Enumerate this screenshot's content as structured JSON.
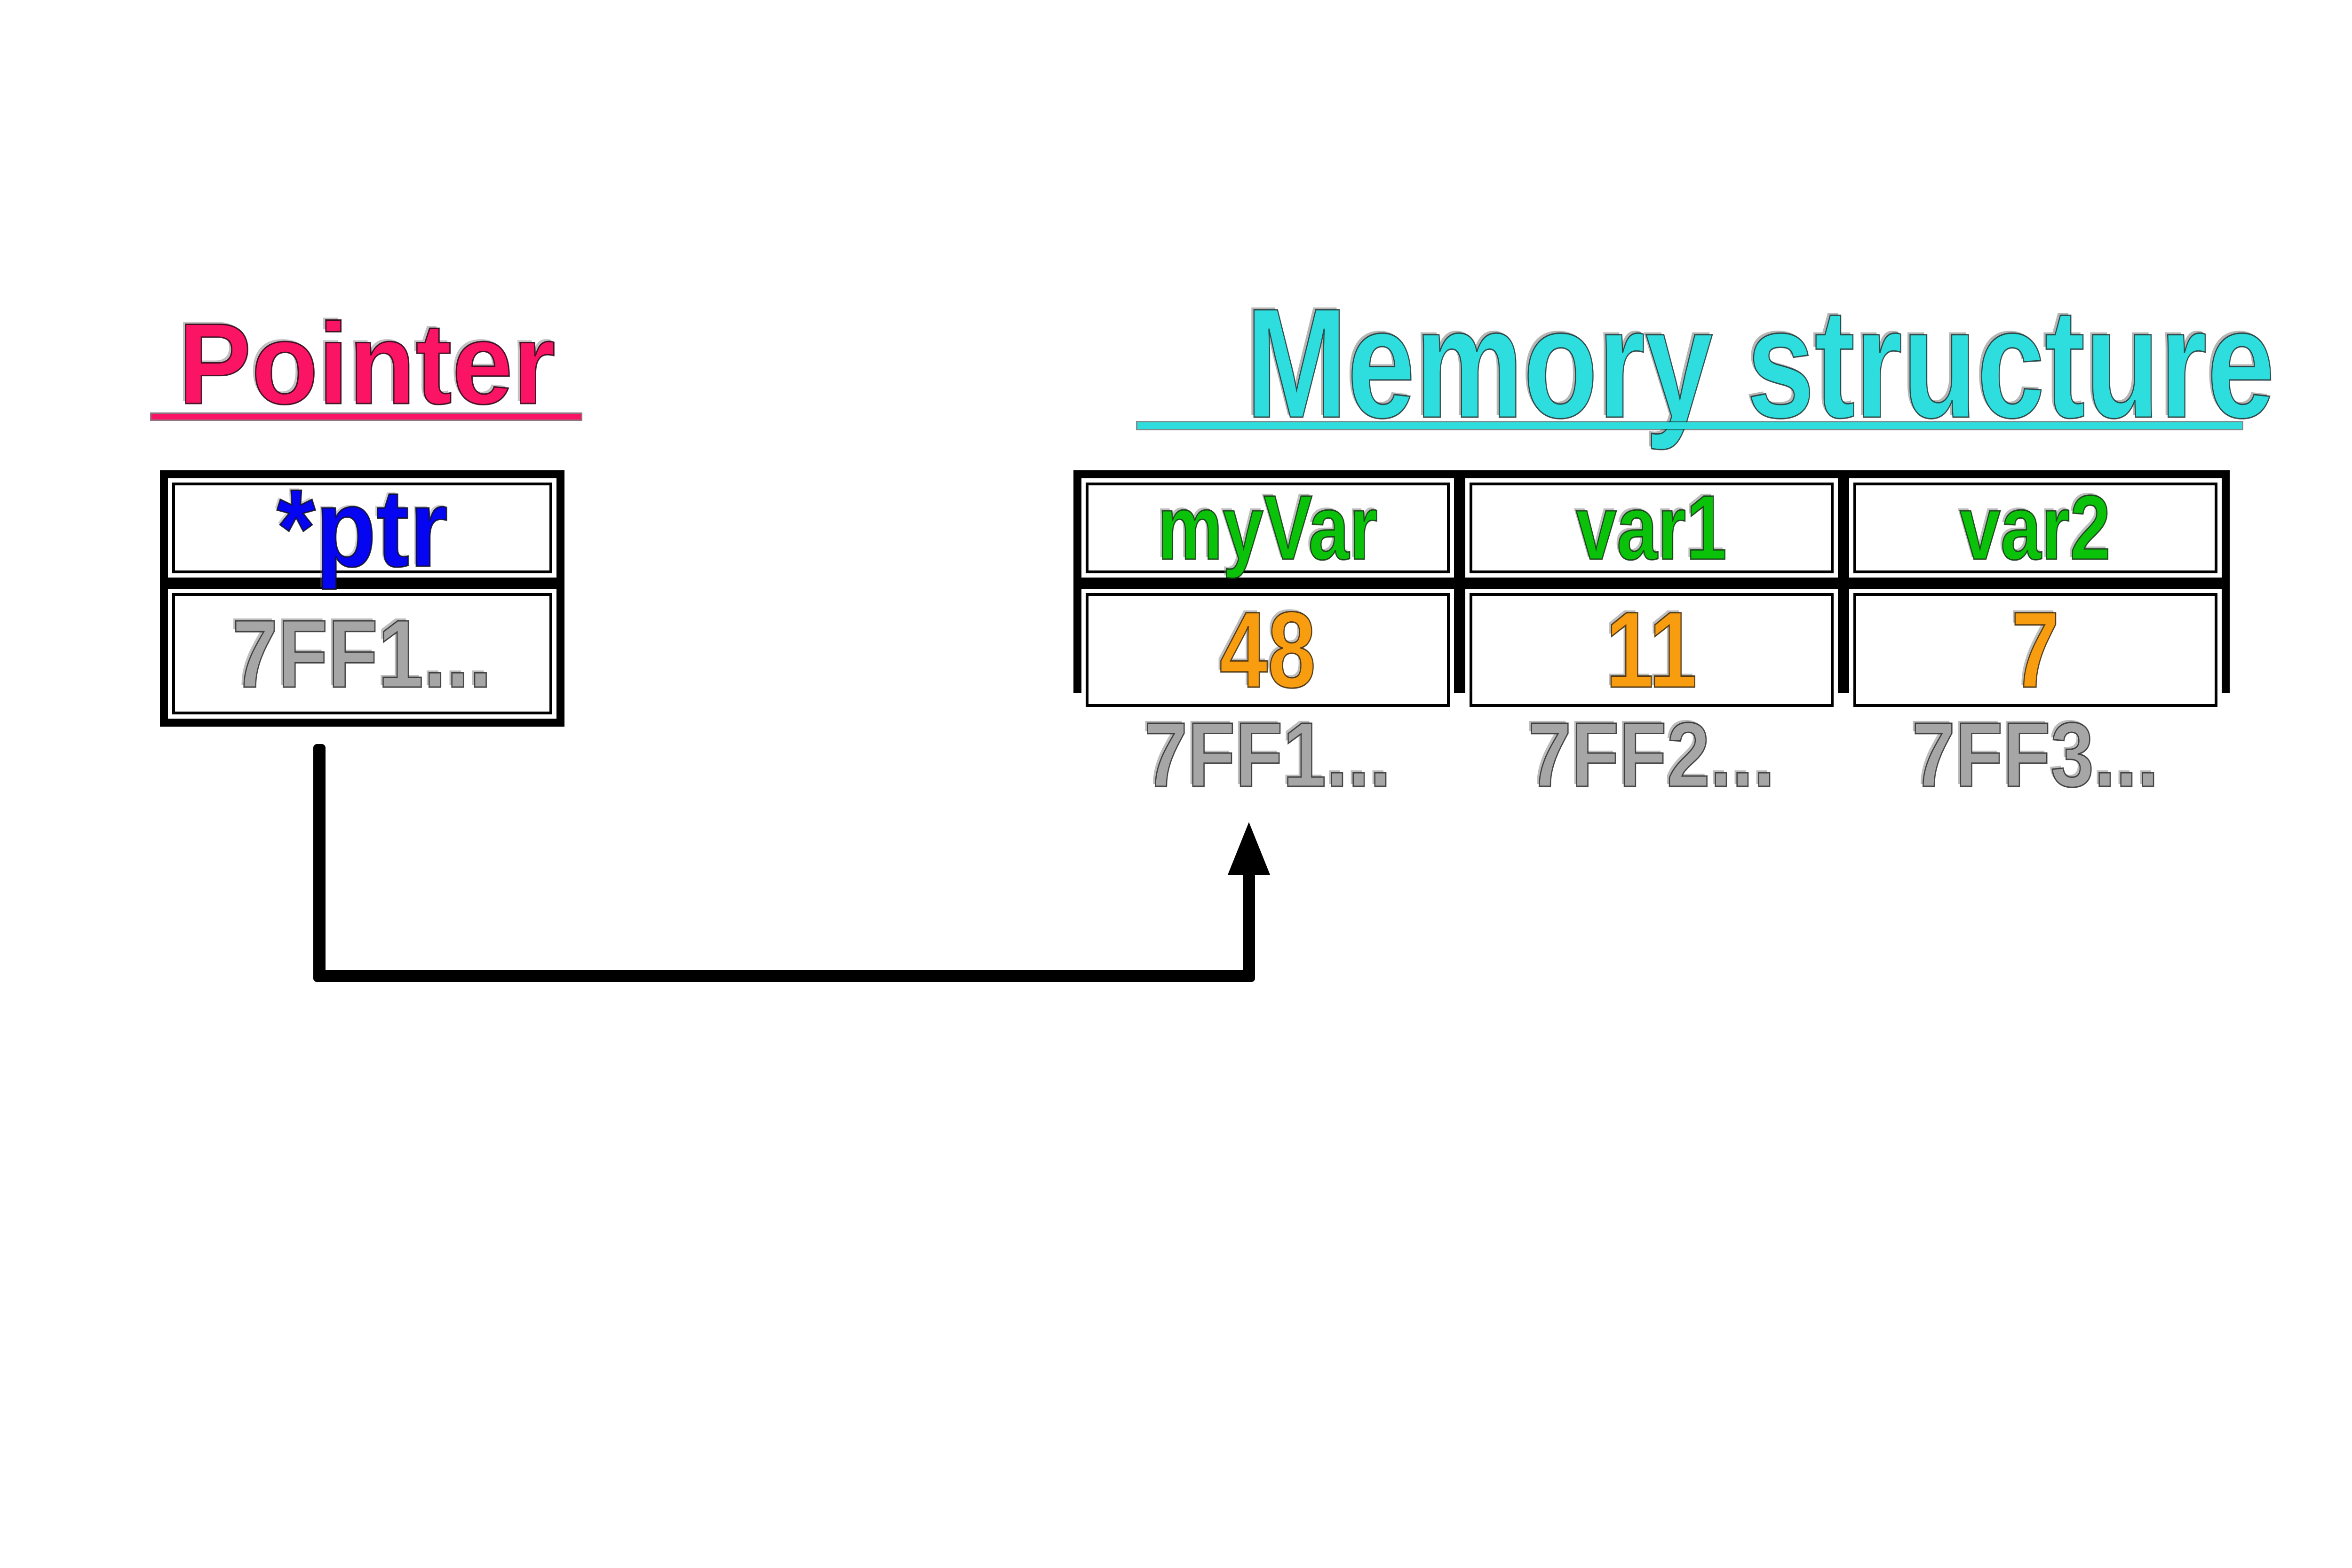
{
  "pointer_panel": {
    "title": "Pointer",
    "box": {
      "name": "*ptr",
      "address": "7FF1..."
    }
  },
  "memory_panel": {
    "title": "Memory structure",
    "columns": [
      {
        "name": "myVar",
        "value": "48",
        "address": "7FF1..."
      },
      {
        "name": "var1",
        "value": "11",
        "address": "7FF2..."
      },
      {
        "name": "var2",
        "value": "7",
        "address": "7FF3..."
      }
    ]
  },
  "colors": {
    "pointer_title_pink": "#FB1464",
    "memory_title_cyan": "#2EDEDE",
    "pointer_name_blue": "#0505F2",
    "variable_name_green": "#0BC20B",
    "value_orange": "#F99D10",
    "address_gray": "#A6A6A6",
    "line_black": "#000000"
  }
}
